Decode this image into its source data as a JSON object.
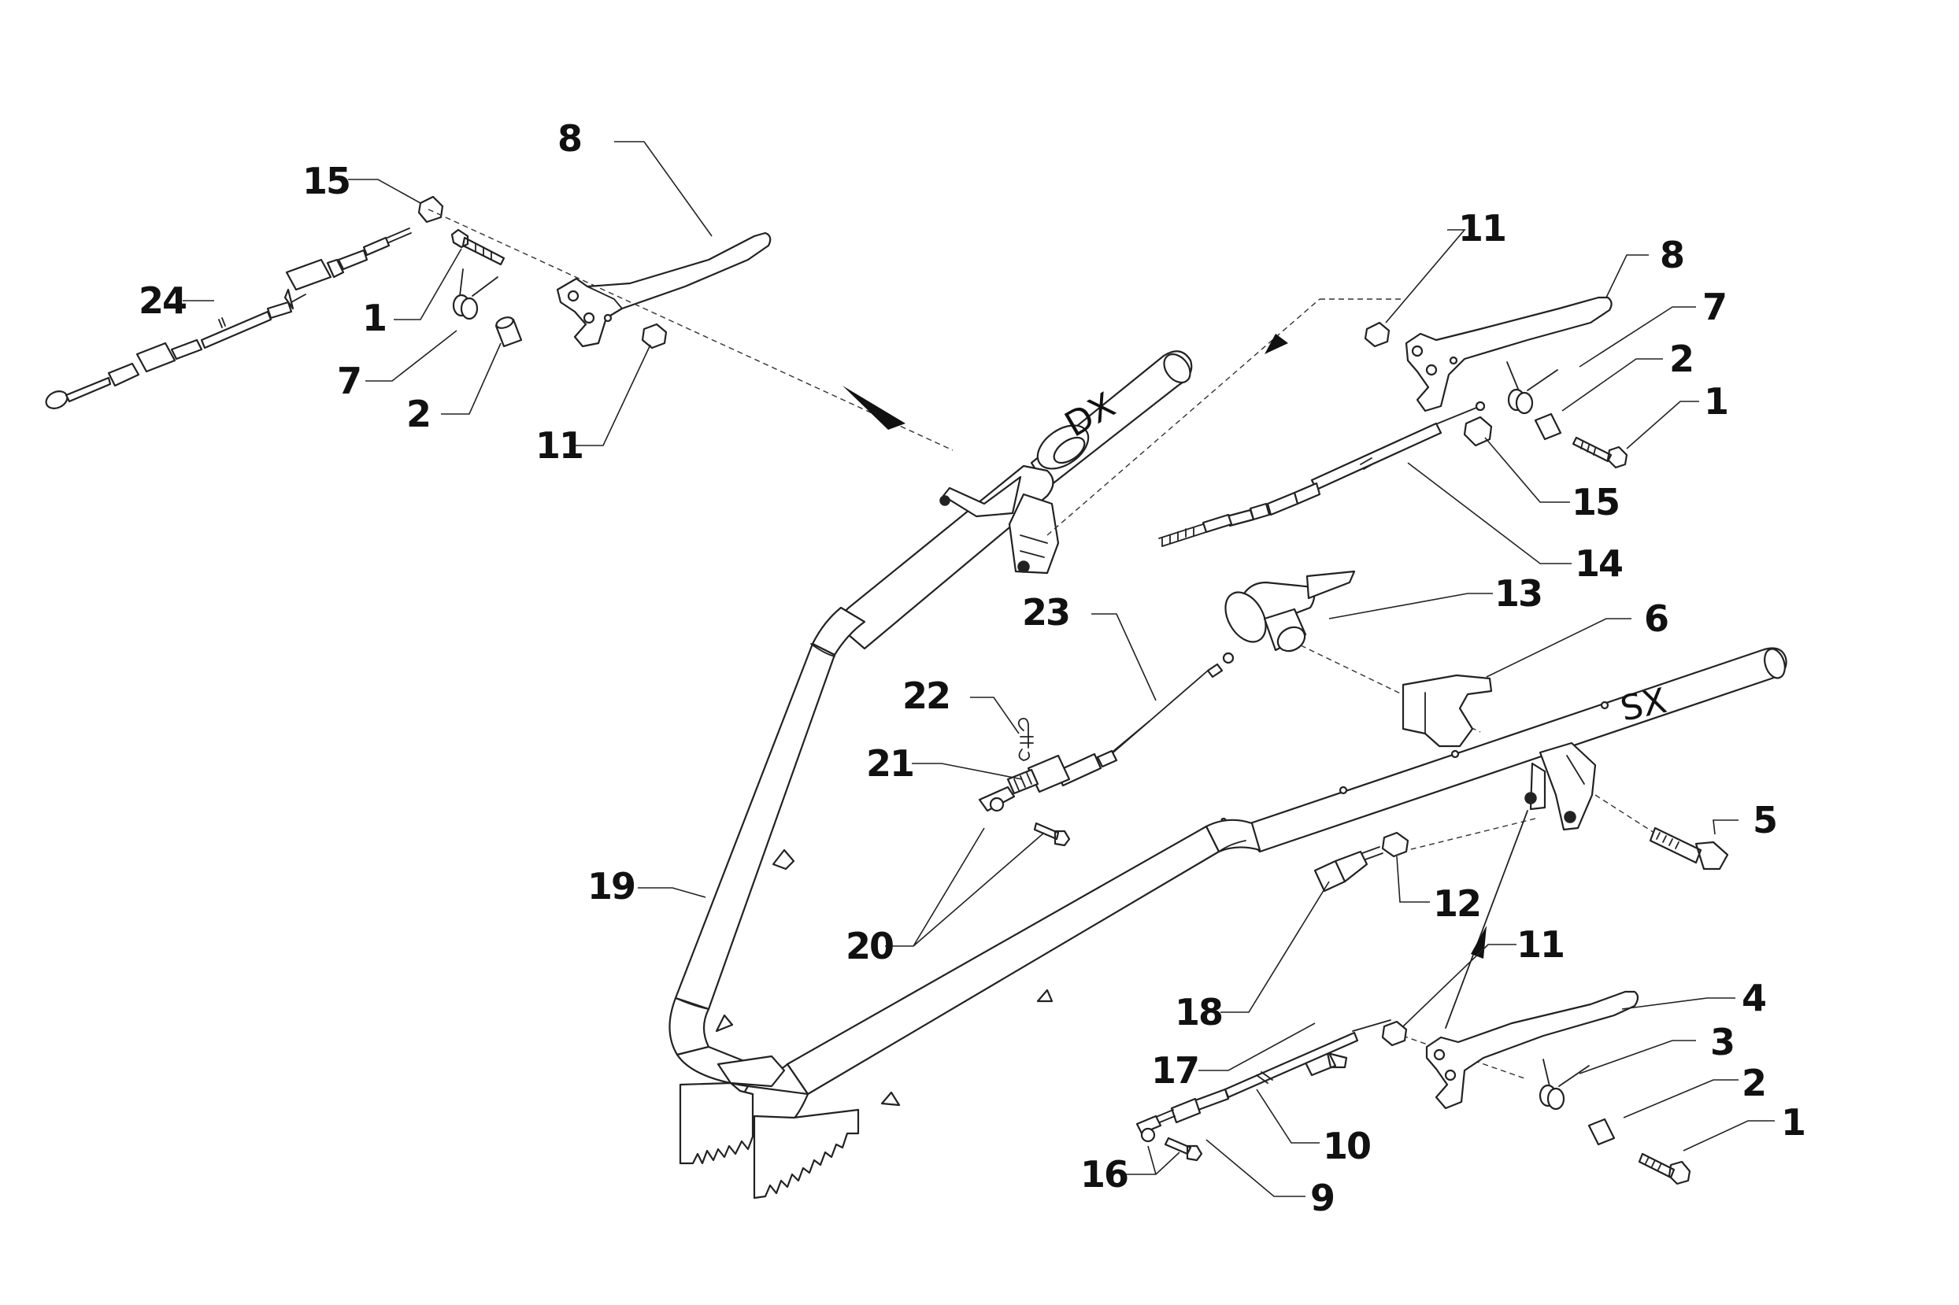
{
  "frame_labels": {
    "right_handle": "DX",
    "left_handle": "SX"
  },
  "callouts": {
    "c8a": "8",
    "c15a": "15",
    "c24": "24",
    "c1a": "1",
    "c7a": "7",
    "c2a": "2",
    "c11a": "11",
    "c11b": "11",
    "c8b": "8",
    "c7b": "7",
    "c2b": "2",
    "c1b": "1",
    "c15b": "15",
    "c14": "14",
    "c13": "13",
    "c6": "6",
    "c23": "23",
    "c22": "22",
    "c21": "21",
    "c5": "5",
    "c19": "19",
    "c12": "12",
    "c20": "20",
    "c11c": "11",
    "c4": "4",
    "c3": "3",
    "c18": "18",
    "c17": "17",
    "c2c": "2",
    "c1c": "1",
    "c10": "10",
    "c16": "16",
    "c9": "9"
  }
}
